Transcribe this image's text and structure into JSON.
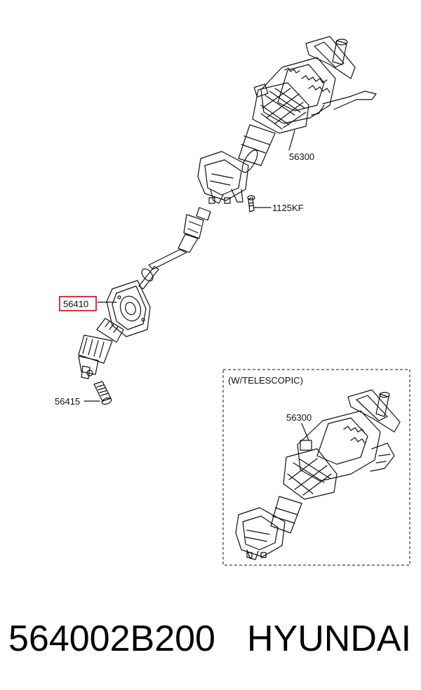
{
  "diagram": {
    "callouts": {
      "column_main": "56300",
      "bolt": "1125KF",
      "shaft_assembly": "56410",
      "bolt_lower": "56415"
    },
    "inset": {
      "title": "(W/TELESCOPIC)",
      "column_label": "56300"
    },
    "highlight_color": "#d0021b"
  },
  "footer": {
    "part_number": "564002B200",
    "brand": "HYUNDAI"
  }
}
